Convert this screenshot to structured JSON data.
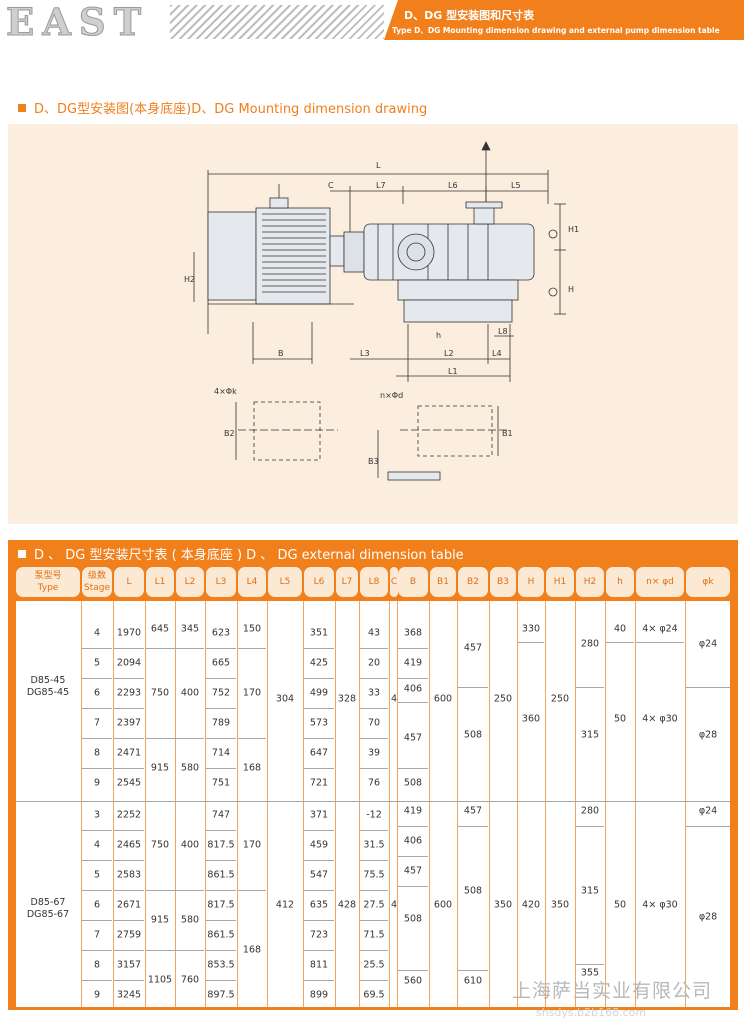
{
  "header": {
    "logo": "EAST",
    "title_cn": "D、DG 型安装图和尺寸表",
    "title_en": "Type D、DG Mounting dimension drawing and external pump dimension table"
  },
  "section1": {
    "title": "D、DG型安装图(本身底座)D、DG Mounting dimension drawing"
  },
  "drawing_labels": {
    "L": "L",
    "C": "C",
    "L7": "L7",
    "L6": "L6",
    "L5": "L5",
    "H1": "H1",
    "H": "H",
    "H2": "H2",
    "L8": "L8",
    "h": "h",
    "B": "B",
    "L3": "L3",
    "L2": "L2",
    "L4": "L4",
    "L1": "L1",
    "bolt1": "4×Φk",
    "bolt2": "n×Φd",
    "B2": "B2",
    "B1": "B1",
    "B3": "B3"
  },
  "section2": {
    "title": "D 、 DG 型安装尺寸表 ( 本身底座 )  D 、 DG external dimension table"
  },
  "table": {
    "headers": [
      {
        "cn": "泵型号",
        "en": "Type"
      },
      {
        "cn": "级数",
        "en": "Stage"
      },
      {
        "cn": "L"
      },
      {
        "cn": "L1"
      },
      {
        "cn": "L2"
      },
      {
        "cn": "L3"
      },
      {
        "cn": "L4"
      },
      {
        "cn": "L5"
      },
      {
        "cn": "L6"
      },
      {
        "cn": "L7"
      },
      {
        "cn": "L8"
      },
      {
        "cn": "C"
      },
      {
        "cn": "B"
      },
      {
        "cn": "B1"
      },
      {
        "cn": "B2"
      },
      {
        "cn": "B3"
      },
      {
        "cn": "H"
      },
      {
        "cn": "H1"
      },
      {
        "cn": "H2"
      },
      {
        "cn": "h"
      },
      {
        "cn": "n× φd"
      },
      {
        "cn": "φk"
      }
    ],
    "group1_type": [
      "D85-45",
      "DG85-45"
    ],
    "group2_type": [
      "D85-67",
      "DG85-67"
    ],
    "g1": {
      "stage": [
        "4",
        "5",
        "6",
        "7",
        "8",
        "9"
      ],
      "L": [
        "1970",
        "2094",
        "2293",
        "2397",
        "2471",
        "2545"
      ],
      "L1": [
        "645",
        "750",
        "915"
      ],
      "L2": [
        "345",
        "400",
        "580"
      ],
      "L3": [
        "623",
        "665",
        "752",
        "789",
        "714",
        "751"
      ],
      "L4": [
        "150",
        "170",
        "168"
      ],
      "L5": "304",
      "L6": [
        "351",
        "425",
        "499",
        "573",
        "647",
        "721"
      ],
      "L7": "328",
      "L8": [
        "43",
        "20",
        "33",
        "70",
        "39",
        "76"
      ],
      "C": "4",
      "B": [
        "368",
        "419",
        "406",
        "457",
        "508"
      ],
      "B1": "600",
      "B2": [
        "457",
        "508"
      ],
      "B3": "250",
      "H": [
        "330",
        "360"
      ],
      "H1": "250",
      "H2": [
        "280",
        "315"
      ],
      "h": [
        "40",
        "50"
      ],
      "nd": [
        "4× φ24",
        "4× φ30"
      ],
      "k": [
        "φ24",
        "φ28"
      ]
    },
    "g2": {
      "stage": [
        "3",
        "4",
        "5",
        "6",
        "7",
        "8",
        "9"
      ],
      "L": [
        "2252",
        "2465",
        "2583",
        "2671",
        "2759",
        "3157",
        "3245"
      ],
      "L1": [
        "750",
        "915",
        "1105"
      ],
      "L2": [
        "400",
        "580",
        "760"
      ],
      "L3": [
        "747",
        "817.5",
        "861.5",
        "817.5",
        "861.5",
        "853.5",
        "897.5"
      ],
      "L4": [
        "170",
        "168"
      ],
      "L5": "412",
      "L6": [
        "371",
        "459",
        "547",
        "635",
        "723",
        "811",
        "899"
      ],
      "L7": "428",
      "L8": [
        "-12",
        "31.5",
        "75.5",
        "27.5",
        "71.5",
        "25.5",
        "69.5"
      ],
      "C": "4",
      "B": [
        "419",
        "406",
        "457",
        "508",
        "560"
      ],
      "B1": "600",
      "B2": [
        "457",
        "508",
        "610"
      ],
      "B3": "350",
      "H": "420",
      "H1": "350",
      "H2": [
        "280",
        "315",
        "355"
      ],
      "h": "50",
      "nd": "4× φ30",
      "k": [
        "φ24",
        "φ28"
      ]
    }
  },
  "watermark": "上海萨当实业有限公司",
  "watermark_url": "shsdys.b2b168.com"
}
